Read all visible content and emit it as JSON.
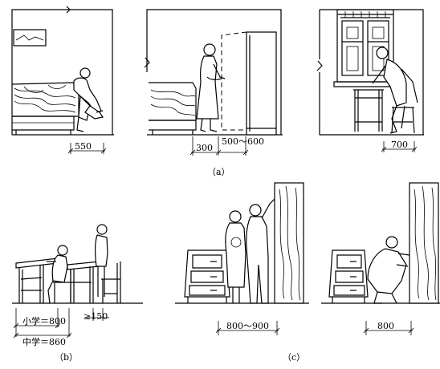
{
  "captions": {
    "a": "（a）",
    "b": "（b）",
    "c": "（c）"
  },
  "dimensions": {
    "a1": "550",
    "a2_left": "300",
    "a2_right": "500～600",
    "a3": "700",
    "b_primary": "小学＝800",
    "b_secondary": "中学＝860",
    "b_gap": "≥150",
    "c1": "800～900",
    "c2": "800"
  }
}
